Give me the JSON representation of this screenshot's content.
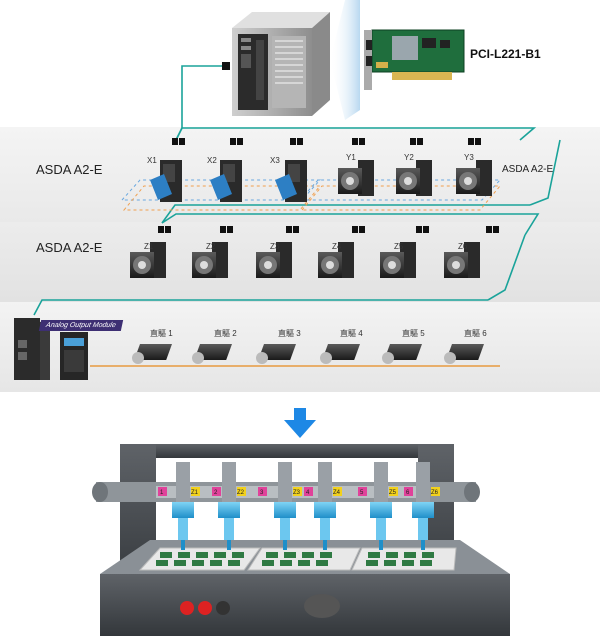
{
  "top": {
    "card_title": "PCI-L221-B1"
  },
  "rows": [
    {
      "left_label": "ASDA A2-E",
      "right_label": "ASDA A2-E",
      "units": [
        "X1",
        "X2",
        "X3",
        "Y1",
        "Y2",
        "Y3"
      ]
    },
    {
      "left_label": "ASDA A2-E",
      "units": [
        "Z1",
        "Z2",
        "Z3",
        "Z4",
        "Z5",
        "Z6"
      ]
    }
  ],
  "analog": {
    "module_label": "Analog Output Module",
    "motors": [
      "直驅 1",
      "直驅 2",
      "直驅 3",
      "直驅 4",
      "直驅 5",
      "直驅 6"
    ]
  },
  "machine": {
    "head_tags": [
      "Z1",
      "Z2",
      "Z3",
      "Z4",
      "Z5",
      "Z6"
    ],
    "rail_tags": [
      "1",
      "2",
      "3",
      "4",
      "5",
      "6"
    ]
  },
  "colors": {
    "network_line": "#1aa39a",
    "analog_line": "#e88a1e",
    "dashed_orange": "#f0a050",
    "dashed_blue": "#6aa8e0",
    "arrow": "#1e88e5",
    "head_blue": "#3fb6e8",
    "magenta_tag": "#e0429a",
    "yellow_tag": "#f2d11c"
  }
}
